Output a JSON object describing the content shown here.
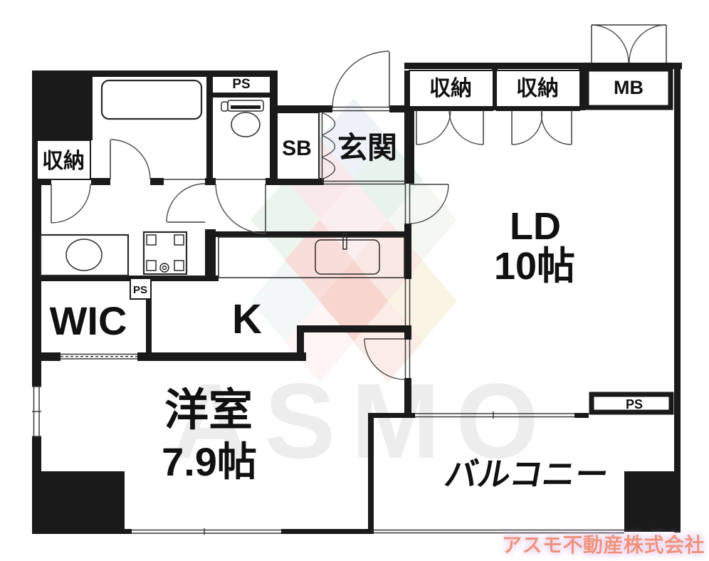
{
  "plan": {
    "rooms": {
      "storage_top_left": "収納",
      "pipe_space_top": "PS",
      "shoe_box": "SB",
      "entrance": "玄関",
      "storage_right_1": "収納",
      "storage_right_2": "収納",
      "meter_box": "MB",
      "living_dining": "LD",
      "living_dining_size": "10帖",
      "walk_in_closet": "WIC",
      "pipe_space_mid": "PS",
      "kitchen": "K",
      "western_room": "洋室",
      "western_room_size": "7.9帖",
      "balcony": "バルコニー",
      "pipe_space_bottom": "PS"
    },
    "colors": {
      "line": "#1a1a1a",
      "logo_watermark_gray": "#ededed",
      "company_watermark_pink": "#ef937e"
    }
  },
  "watermark": {
    "logo_text": "ASMO",
    "company_name": "アスモ不動産株式会社"
  }
}
